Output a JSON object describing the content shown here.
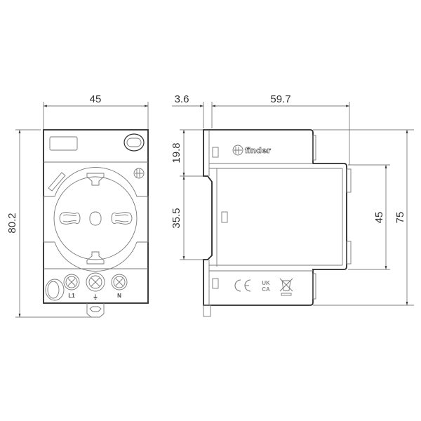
{
  "drawing": {
    "type": "technical dimension drawing",
    "subject": "DIN-rail mounted Schuko/Italian socket outlet",
    "units": "mm",
    "brand_logo": "finder",
    "colors": {
      "outline": "#2a2a2a",
      "detail": "#777777",
      "dimension": "#555555",
      "background": "#ffffff"
    }
  },
  "front_view": {
    "dimensions": {
      "width": "45",
      "height": "80.2"
    },
    "terminal_labels": [
      "L1",
      "⏚",
      "N"
    ]
  },
  "side_view": {
    "dimensions": {
      "rail_offset": "3.6",
      "depth": "59.7",
      "top_section": "19.8",
      "rail_section": "35.5",
      "front_height": "45",
      "body_height": "75"
    },
    "markings": [
      "CE",
      "UK CA",
      "WEEE bin"
    ],
    "logo_text": "finder"
  }
}
